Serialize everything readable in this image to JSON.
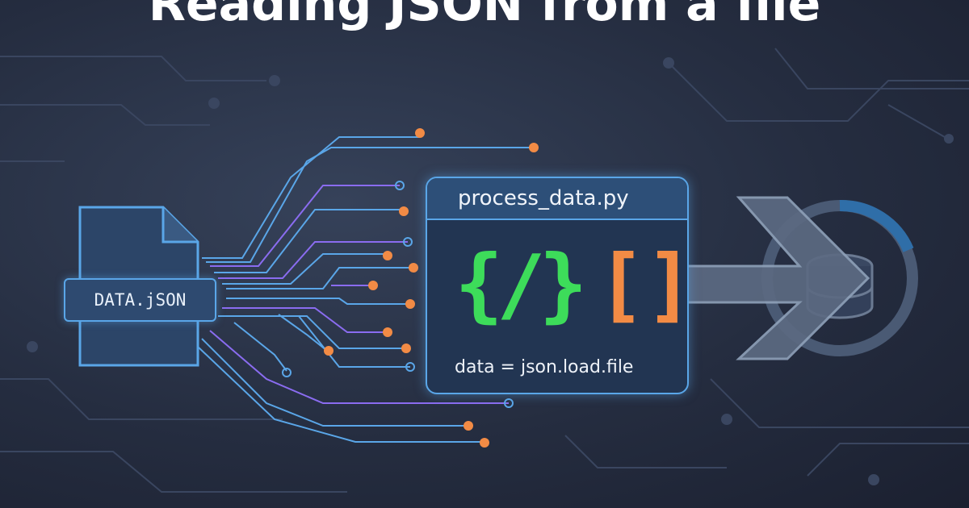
{
  "title": "Reading JSON from a file",
  "file": {
    "label": "DATA.jSON"
  },
  "window": {
    "title": "process_data.py",
    "symbol_braces": "{/}",
    "symbol_brackets": "[]",
    "code": "data = json.load.file"
  },
  "colors": {
    "accent": "#5aa6e8",
    "green": "#3ddc5a",
    "orange": "#f28b45",
    "purple": "#8a6cf0"
  }
}
